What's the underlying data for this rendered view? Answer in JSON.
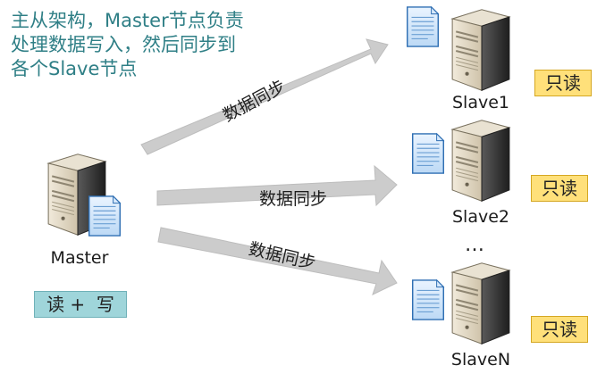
{
  "description": {
    "line1": "主从架构，Master节点负责",
    "line2": "处理数据写入，然后同步到",
    "line3": "各个Slave节点"
  },
  "master": {
    "label": "Master",
    "badge": "读 +  写"
  },
  "slaves": [
    {
      "label": "Slave1",
      "badge": "只读"
    },
    {
      "label": "Slave2",
      "badge": "只读"
    },
    {
      "label": "SlaveN",
      "badge": "只读"
    }
  ],
  "sync_label": "数据同步",
  "ellipsis": "…",
  "colors": {
    "description_text": "#2f7f86",
    "readonly_badge": "#ffe07a",
    "readwrite_badge": "#9fd5da",
    "arrow": "#cccccc"
  }
}
